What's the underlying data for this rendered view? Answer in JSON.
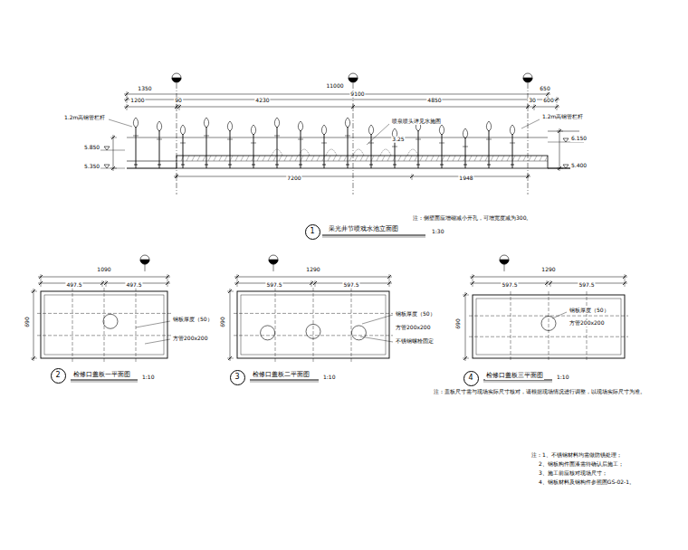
{
  "diagram": {
    "nodes": [
      {
        "text": [
          "1"
        ]
      },
      {
        "text": [
          "2"
        ]
      },
      {
        "text": [
          "3"
        ]
      },
      {
        "text": [
          "4"
        ]
      }
    ],
    "labels": [
      "1350",
      "11000",
      "650",
      "1200",
      "90",
      "4230",
      "9100",
      "4850",
      "30",
      "600",
      "5.850",
      "5.350",
      "6.150",
      "5.400",
      "7200",
      "1948",
      "3.25",
      "1.2m高钢管栏杆",
      "1.2m高钢管栏杆",
      "喷泉喷头详见水施图",
      "采光井节喷戏水池立面图",
      "1:30",
      "注：侧壁面应增砌减小开孔，可增宽度减为300。",
      "1090",
      "497.5",
      "497.5",
      "690",
      "钢板厚度（50）",
      "方管200x200",
      "检修口盖板一平面图",
      "1:10",
      "1290",
      "597.5",
      "597.5",
      "690",
      "钢板厚度（50）",
      "方管200x200",
      "不锈钢螺栓固定",
      "检修口盖板二平面图",
      "1:10",
      "1290",
      "597.5",
      "597.5",
      "690",
      "钢板厚度（50）",
      "方管200x200",
      "检修口盖板三平面图",
      "1:10",
      "注：盖板尺寸需与现场实际尺寸核对，请根据现场情况进行调整，以现场实际尺寸为准。",
      "注：1、不锈钢材料均需做防锈处理；",
      "2、钢板构件面漆需待确认后施工；",
      "3、施工前应核对现场尺寸；",
      "4、钢板材料及钢构件参照图GS-02-1。"
    ]
  }
}
